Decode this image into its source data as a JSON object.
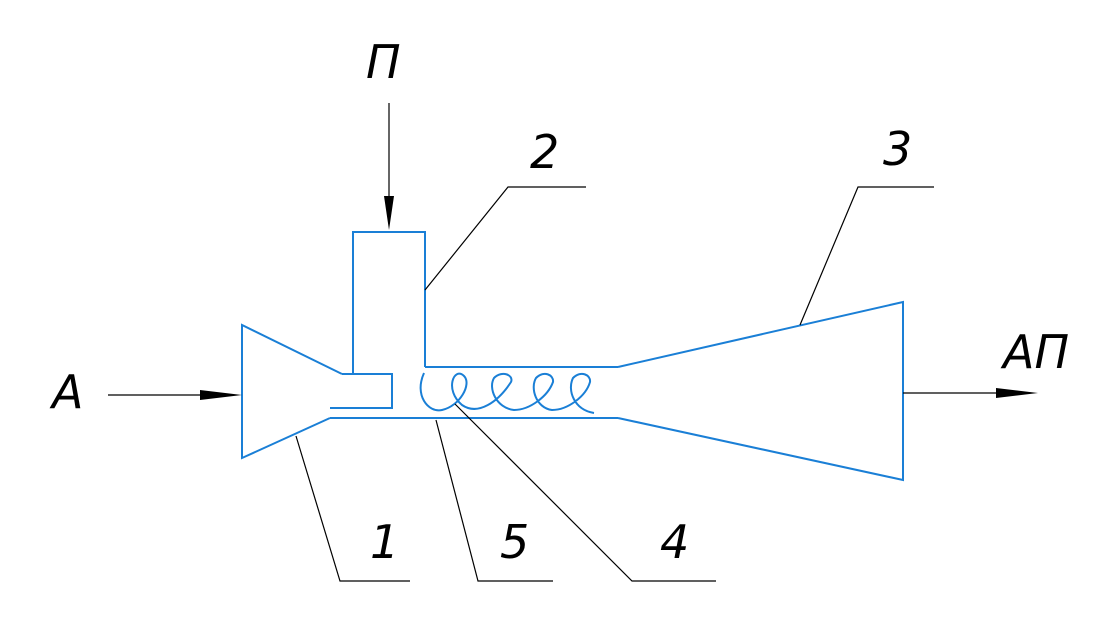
{
  "labels": {
    "steam": "П",
    "air": "А",
    "mixture": "АП",
    "callout_1": "1",
    "callout_2": "2",
    "callout_3": "3",
    "callout_4": "4",
    "callout_5": "5"
  },
  "colors": {
    "apparatus": "#1a7fd6",
    "leaders": "#000000"
  }
}
